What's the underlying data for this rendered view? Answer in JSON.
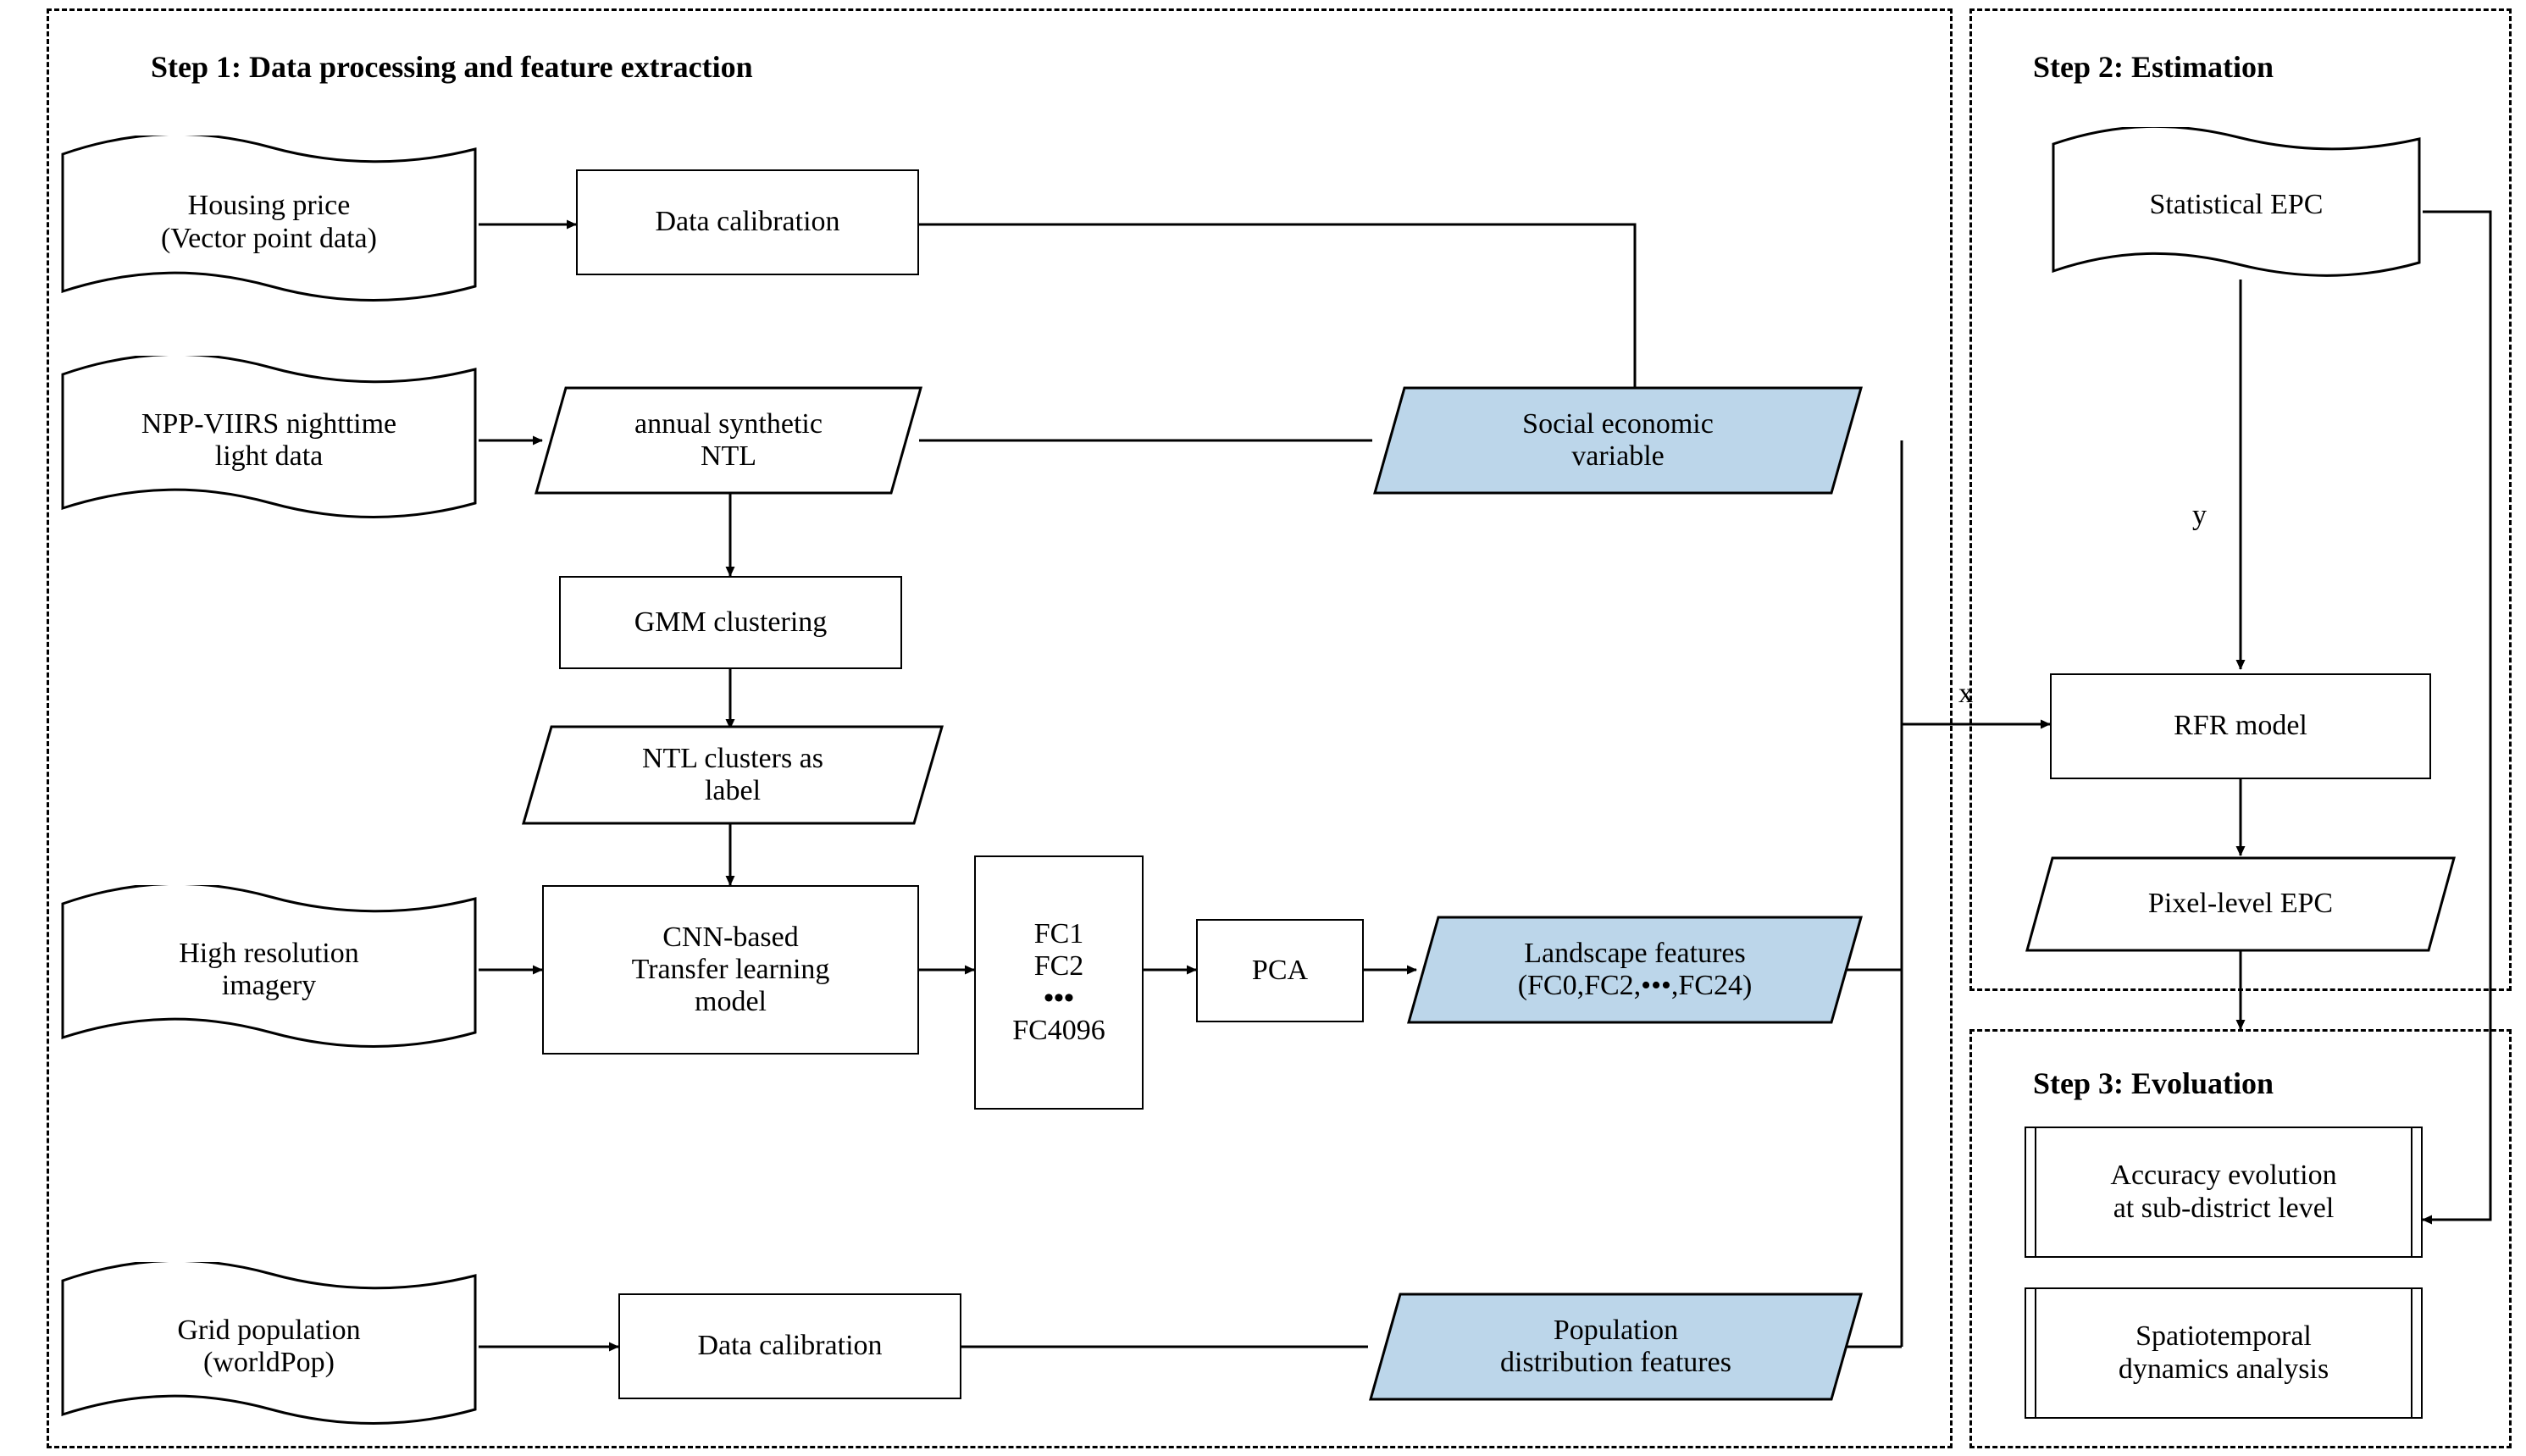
{
  "figure": {
    "type": "flowchart",
    "panels": [
      {
        "id": "step1",
        "title": "Step 1: Data processing and feature extraction"
      },
      {
        "id": "step2",
        "title": "Step 2: Estimation"
      },
      {
        "id": "step3",
        "title": "Step 3: Evoluation"
      }
    ],
    "nodes": {
      "housing_price": "Housing price\n(Vector point data)",
      "housing_price_l1": "Housing price",
      "housing_price_l2": "(Vector point data)",
      "data_calibration_1": "Data calibration",
      "npp_viirs_l1": "NPP-VIIRS nighttime",
      "npp_viirs_l2": "light data",
      "annual_ntl_l1": "annual synthetic",
      "annual_ntl_l2": "NTL",
      "gmm": "GMM clustering",
      "ntl_clusters_l1": "NTL clusters as",
      "ntl_clusters_l2": "label",
      "high_res_l1": "High resolution",
      "high_res_l2": "imagery",
      "cnn_l1": "CNN-based",
      "cnn_l2": "Transfer learning",
      "cnn_l3": "model",
      "fc_l1": "FC1",
      "fc_l2": "FC2",
      "fc_l3": "•••",
      "fc_l4": "FC4096",
      "pca": "PCA",
      "landscape_l1": "Landscape features",
      "landscape_l2": "(FC0,FC2,•••,FC24)",
      "social_econ_l1": "Social economic",
      "social_econ_l2": "variable",
      "grid_pop_l1": "Grid population",
      "grid_pop_l2": "(worldPop)",
      "data_calibration_2": "Data calibration",
      "pop_dist_l1": "Population",
      "pop_dist_l2": "distribution features",
      "statistical_epc": "Statistical EPC",
      "rfr_model": "RFR model",
      "pixel_epc": "Pixel-level EPC",
      "accuracy_l1": "Accuracy evolution",
      "accuracy_l2": "at sub-district level",
      "spatiotemporal_l1": "Spatiotemporal",
      "spatiotemporal_l2": "dynamics analysis"
    },
    "edge_labels": {
      "x": "x",
      "y": "y"
    },
    "colors": {
      "highlight_fill": "#bcd6ea",
      "stroke": "#000000",
      "background": "#ffffff"
    }
  }
}
